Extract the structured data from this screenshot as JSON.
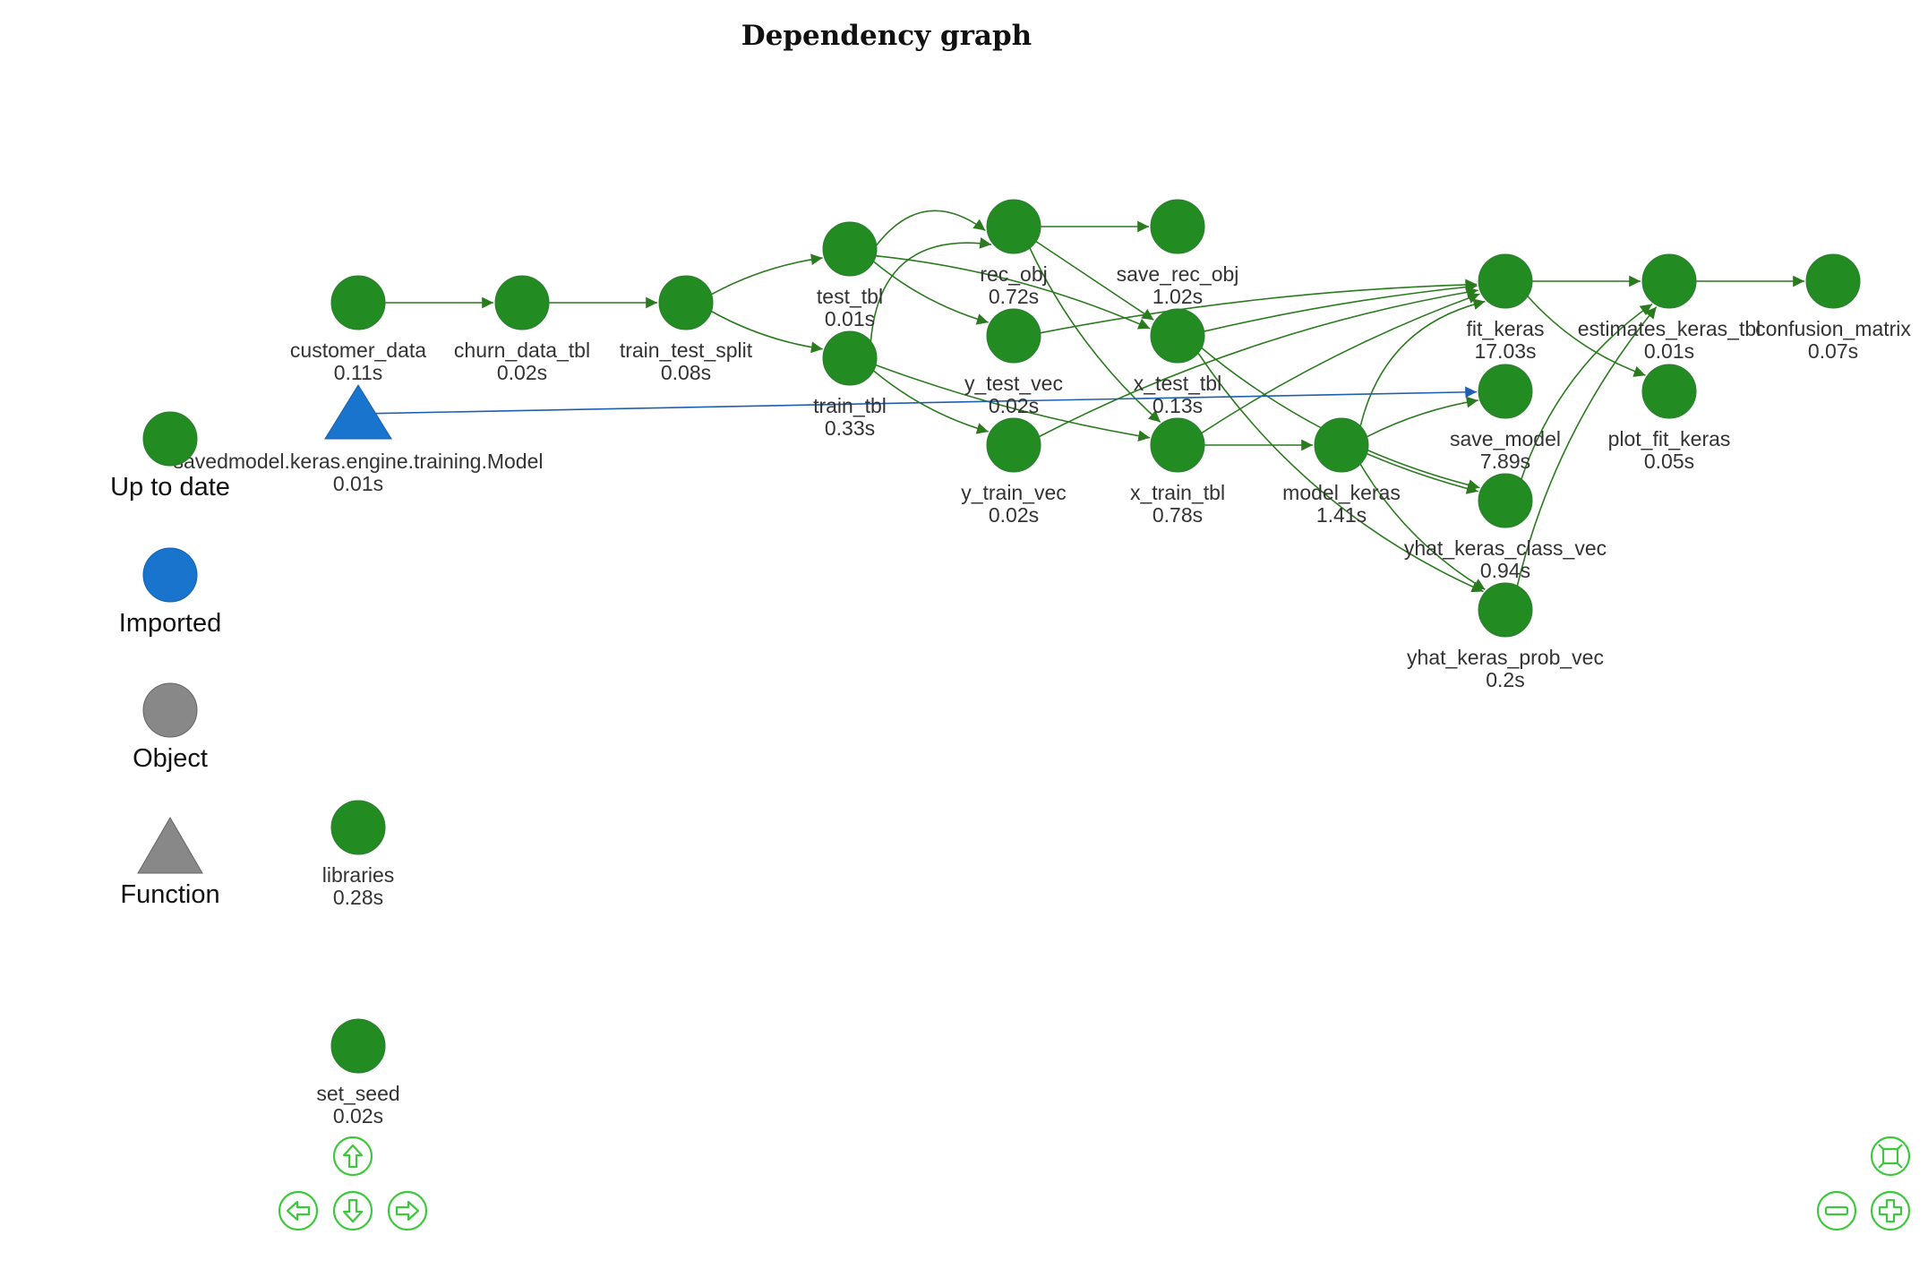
{
  "title": "Dependency graph",
  "colors": {
    "up_to_date": "#228b22",
    "up_to_date_border": "#2e7d32",
    "imported": "#1874cd",
    "object": "#888888",
    "edge_green": "#2a7a1e",
    "edge_blue": "#1f5fb0",
    "nav": "#3cc83c",
    "label": "#333333"
  },
  "legend": [
    {
      "label": "Up to date",
      "shape": "circle",
      "status": "up_to_date"
    },
    {
      "label": "Imported",
      "shape": "circle",
      "status": "imported"
    },
    {
      "label": "Object",
      "shape": "circle",
      "status": "object"
    },
    {
      "label": "Function",
      "shape": "triangle",
      "status": "object"
    }
  ],
  "nodes": [
    {
      "id": "customer_data",
      "label": "customer_data",
      "time": "0.11s",
      "shape": "circle",
      "status": "up_to_date"
    },
    {
      "id": "churn_data_tbl",
      "label": "churn_data_tbl",
      "time": "0.02s",
      "shape": "circle",
      "status": "up_to_date"
    },
    {
      "id": "train_test_split",
      "label": "train_test_split",
      "time": "0.08s",
      "shape": "circle",
      "status": "up_to_date"
    },
    {
      "id": "test_tbl",
      "label": "test_tbl",
      "time": "0.01s",
      "shape": "circle",
      "status": "up_to_date"
    },
    {
      "id": "train_tbl",
      "label": "train_tbl",
      "time": "0.33s",
      "shape": "circle",
      "status": "up_to_date"
    },
    {
      "id": "rec_obj",
      "label": "rec_obj",
      "time": "0.72s",
      "shape": "circle",
      "status": "up_to_date"
    },
    {
      "id": "save_rec_obj",
      "label": "save_rec_obj",
      "time": "1.02s",
      "shape": "circle",
      "status": "up_to_date"
    },
    {
      "id": "y_test_vec",
      "label": "y_test_vec",
      "time": "0.02s",
      "shape": "circle",
      "status": "up_to_date"
    },
    {
      "id": "x_test_tbl",
      "label": "x_test_tbl",
      "time": "0.13s",
      "shape": "circle",
      "status": "up_to_date"
    },
    {
      "id": "y_train_vec",
      "label": "y_train_vec",
      "time": "0.02s",
      "shape": "circle",
      "status": "up_to_date"
    },
    {
      "id": "x_train_tbl",
      "label": "x_train_tbl",
      "time": "0.78s",
      "shape": "circle",
      "status": "up_to_date"
    },
    {
      "id": "model_keras",
      "label": "model_keras",
      "time": "1.41s",
      "shape": "circle",
      "status": "up_to_date"
    },
    {
      "id": "fit_keras",
      "label": "fit_keras",
      "time": "17.03s",
      "shape": "circle",
      "status": "up_to_date"
    },
    {
      "id": "save_model",
      "label": "save_model",
      "time": "7.89s",
      "shape": "circle",
      "status": "up_to_date"
    },
    {
      "id": "yhat_keras_class_vec",
      "label": "yhat_keras_class_vec",
      "time": "0.94s",
      "shape": "circle",
      "status": "up_to_date"
    },
    {
      "id": "yhat_keras_prob_vec",
      "label": "yhat_keras_prob_vec",
      "time": "0.2s",
      "shape": "circle",
      "status": "up_to_date"
    },
    {
      "id": "estimates_keras_tbl",
      "label": "estimates_keras_tbl",
      "time": "0.01s",
      "shape": "circle",
      "status": "up_to_date"
    },
    {
      "id": "plot_fit_keras",
      "label": "plot_fit_keras",
      "time": "0.05s",
      "shape": "circle",
      "status": "up_to_date"
    },
    {
      "id": "confusion_matrix",
      "label": "confusion_matrix",
      "time": "0.07s",
      "shape": "circle",
      "status": "up_to_date"
    },
    {
      "id": "savedmodel",
      "label": "savedmodel.keras.engine.training.Model",
      "time": "0.01s",
      "shape": "triangle",
      "status": "imported"
    },
    {
      "id": "libraries",
      "label": "libraries",
      "time": "0.28s",
      "shape": "circle",
      "status": "up_to_date"
    },
    {
      "id": "set_seed",
      "label": "set_seed",
      "time": "0.02s",
      "shape": "circle",
      "status": "up_to_date"
    }
  ],
  "edges": [
    [
      "customer_data",
      "churn_data_tbl"
    ],
    [
      "churn_data_tbl",
      "train_test_split"
    ],
    [
      "train_test_split",
      "test_tbl"
    ],
    [
      "train_test_split",
      "train_tbl"
    ],
    [
      "test_tbl",
      "rec_obj"
    ],
    [
      "test_tbl",
      "y_test_vec"
    ],
    [
      "test_tbl",
      "x_test_tbl"
    ],
    [
      "train_tbl",
      "rec_obj"
    ],
    [
      "train_tbl",
      "y_train_vec"
    ],
    [
      "train_tbl",
      "x_train_tbl"
    ],
    [
      "rec_obj",
      "save_rec_obj"
    ],
    [
      "rec_obj",
      "x_test_tbl"
    ],
    [
      "rec_obj",
      "x_train_tbl"
    ],
    [
      "y_test_vec",
      "fit_keras"
    ],
    [
      "y_train_vec",
      "fit_keras"
    ],
    [
      "x_test_tbl",
      "fit_keras"
    ],
    [
      "x_test_tbl",
      "yhat_keras_class_vec"
    ],
    [
      "x_test_tbl",
      "yhat_keras_prob_vec"
    ],
    [
      "x_train_tbl",
      "model_keras"
    ],
    [
      "x_train_tbl",
      "fit_keras"
    ],
    [
      "model_keras",
      "fit_keras"
    ],
    [
      "model_keras",
      "save_model"
    ],
    [
      "model_keras",
      "yhat_keras_class_vec"
    ],
    [
      "model_keras",
      "yhat_keras_prob_vec"
    ],
    [
      "savedmodel",
      "save_model"
    ],
    [
      "fit_keras",
      "estimates_keras_tbl"
    ],
    [
      "fit_keras",
      "plot_fit_keras"
    ],
    [
      "yhat_keras_class_vec",
      "estimates_keras_tbl"
    ],
    [
      "yhat_keras_prob_vec",
      "estimates_keras_tbl"
    ],
    [
      "estimates_keras_tbl",
      "confusion_matrix"
    ]
  ],
  "nav": {
    "up": "up-arrow-icon",
    "left": "left-arrow-icon",
    "down": "down-arrow-icon",
    "right": "right-arrow-icon",
    "fit": "fit-view-icon",
    "zoom_out": "zoom-out-icon",
    "zoom_in": "zoom-in-icon"
  }
}
